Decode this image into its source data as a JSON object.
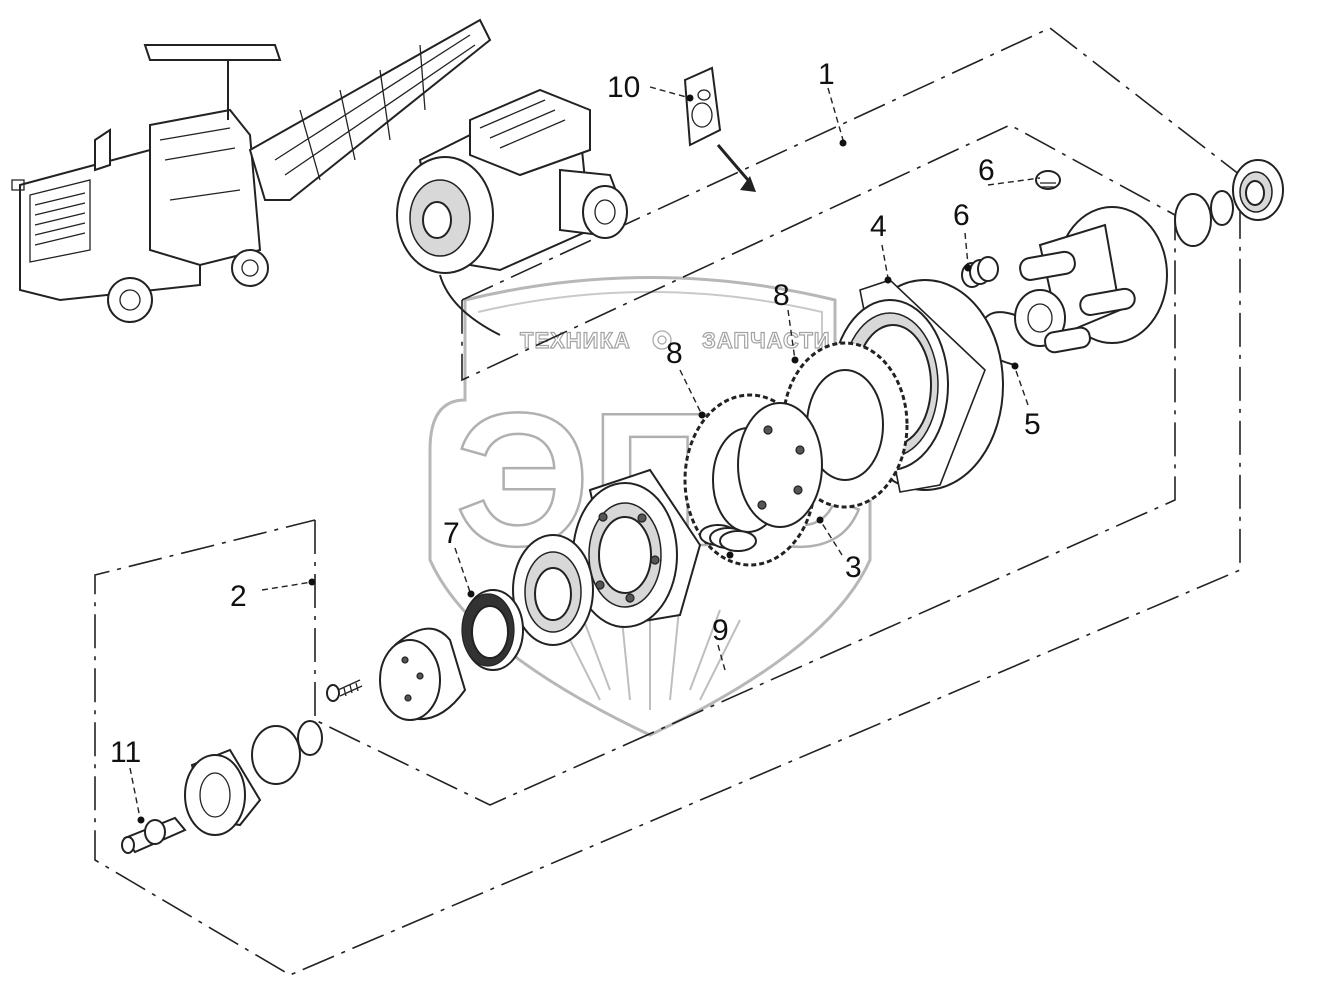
{
  "watermark": {
    "left_text": "ТЕХНИКА",
    "right_text": "ЗАПЧАСТИ",
    "monogram": "ЭПС"
  },
  "callouts": [
    {
      "id": "c1",
      "label": "1"
    },
    {
      "id": "c2",
      "label": "2"
    },
    {
      "id": "c3",
      "label": "3"
    },
    {
      "id": "c4",
      "label": "4"
    },
    {
      "id": "c5",
      "label": "5"
    },
    {
      "id": "c6a",
      "label": "6"
    },
    {
      "id": "c6b",
      "label": "6"
    },
    {
      "id": "c7",
      "label": "7"
    },
    {
      "id": "c8a",
      "label": "8"
    },
    {
      "id": "c8b",
      "label": "8"
    },
    {
      "id": "c9",
      "label": "9"
    },
    {
      "id": "c10",
      "label": "10"
    },
    {
      "id": "c11",
      "label": "11"
    }
  ]
}
